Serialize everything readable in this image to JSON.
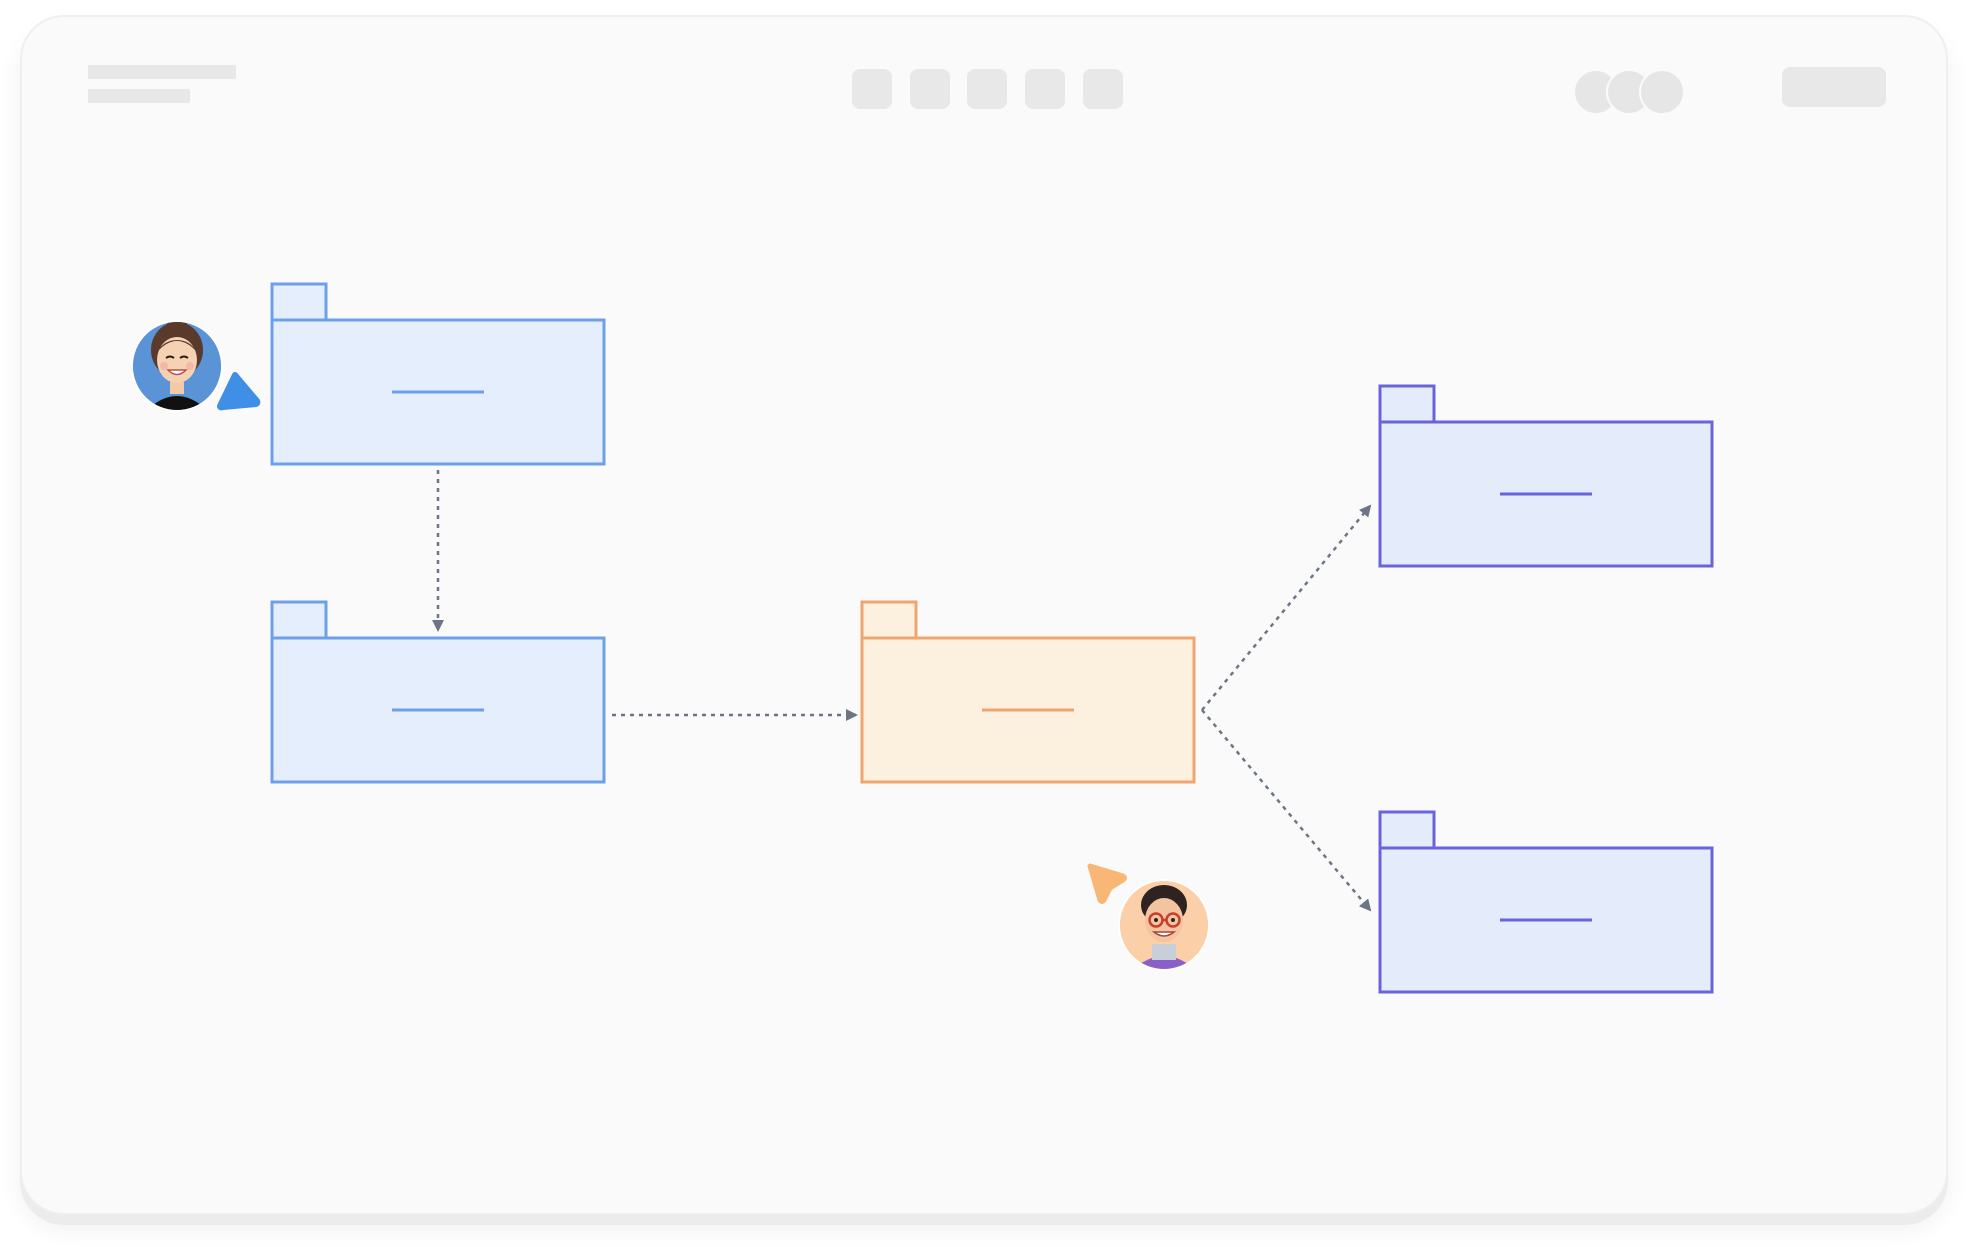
{
  "colors": {
    "background": "#fafafa",
    "frame_border": "#efefef",
    "placeholder": "#e8e8e8",
    "blue_stroke": "#6ea0ea",
    "blue_fill": "#e4eefc",
    "orange_stroke": "#f0a56f",
    "orange_fill": "#fcf1df",
    "indigo_stroke": "#6963dc",
    "indigo_fill": "#e4ecfc",
    "connector": "#6c7585",
    "cursor_blue": "#3f8fe6",
    "cursor_orange": "#f8b677"
  },
  "toolbar": {
    "title_lines": 2,
    "tool_buttons": 5,
    "presence_avatars": 3,
    "icons": [
      "tool-1-icon",
      "tool-2-icon",
      "tool-3-icon",
      "tool-4-icon",
      "tool-5-icon"
    ]
  },
  "diagram": {
    "type": "package-diagram",
    "packages": [
      {
        "id": "pkg-a",
        "style": "blue"
      },
      {
        "id": "pkg-b",
        "style": "blue"
      },
      {
        "id": "pkg-c",
        "style": "orange"
      },
      {
        "id": "pkg-d",
        "style": "indigo"
      },
      {
        "id": "pkg-e",
        "style": "indigo"
      }
    ],
    "edges": [
      {
        "from": "pkg-a",
        "to": "pkg-b",
        "style": "dotted-arrow"
      },
      {
        "from": "pkg-b",
        "to": "pkg-c",
        "style": "dotted-arrow"
      },
      {
        "from": "pkg-c",
        "to": "pkg-d",
        "style": "dotted-arrow"
      },
      {
        "from": "pkg-c",
        "to": "pkg-e",
        "style": "dotted-arrow"
      }
    ]
  },
  "collaborators": [
    {
      "id": "user-1",
      "cursor_color": "blue",
      "icon": "avatar-woman-icon"
    },
    {
      "id": "user-2",
      "cursor_color": "orange",
      "icon": "avatar-woman-glasses-icon"
    }
  ]
}
